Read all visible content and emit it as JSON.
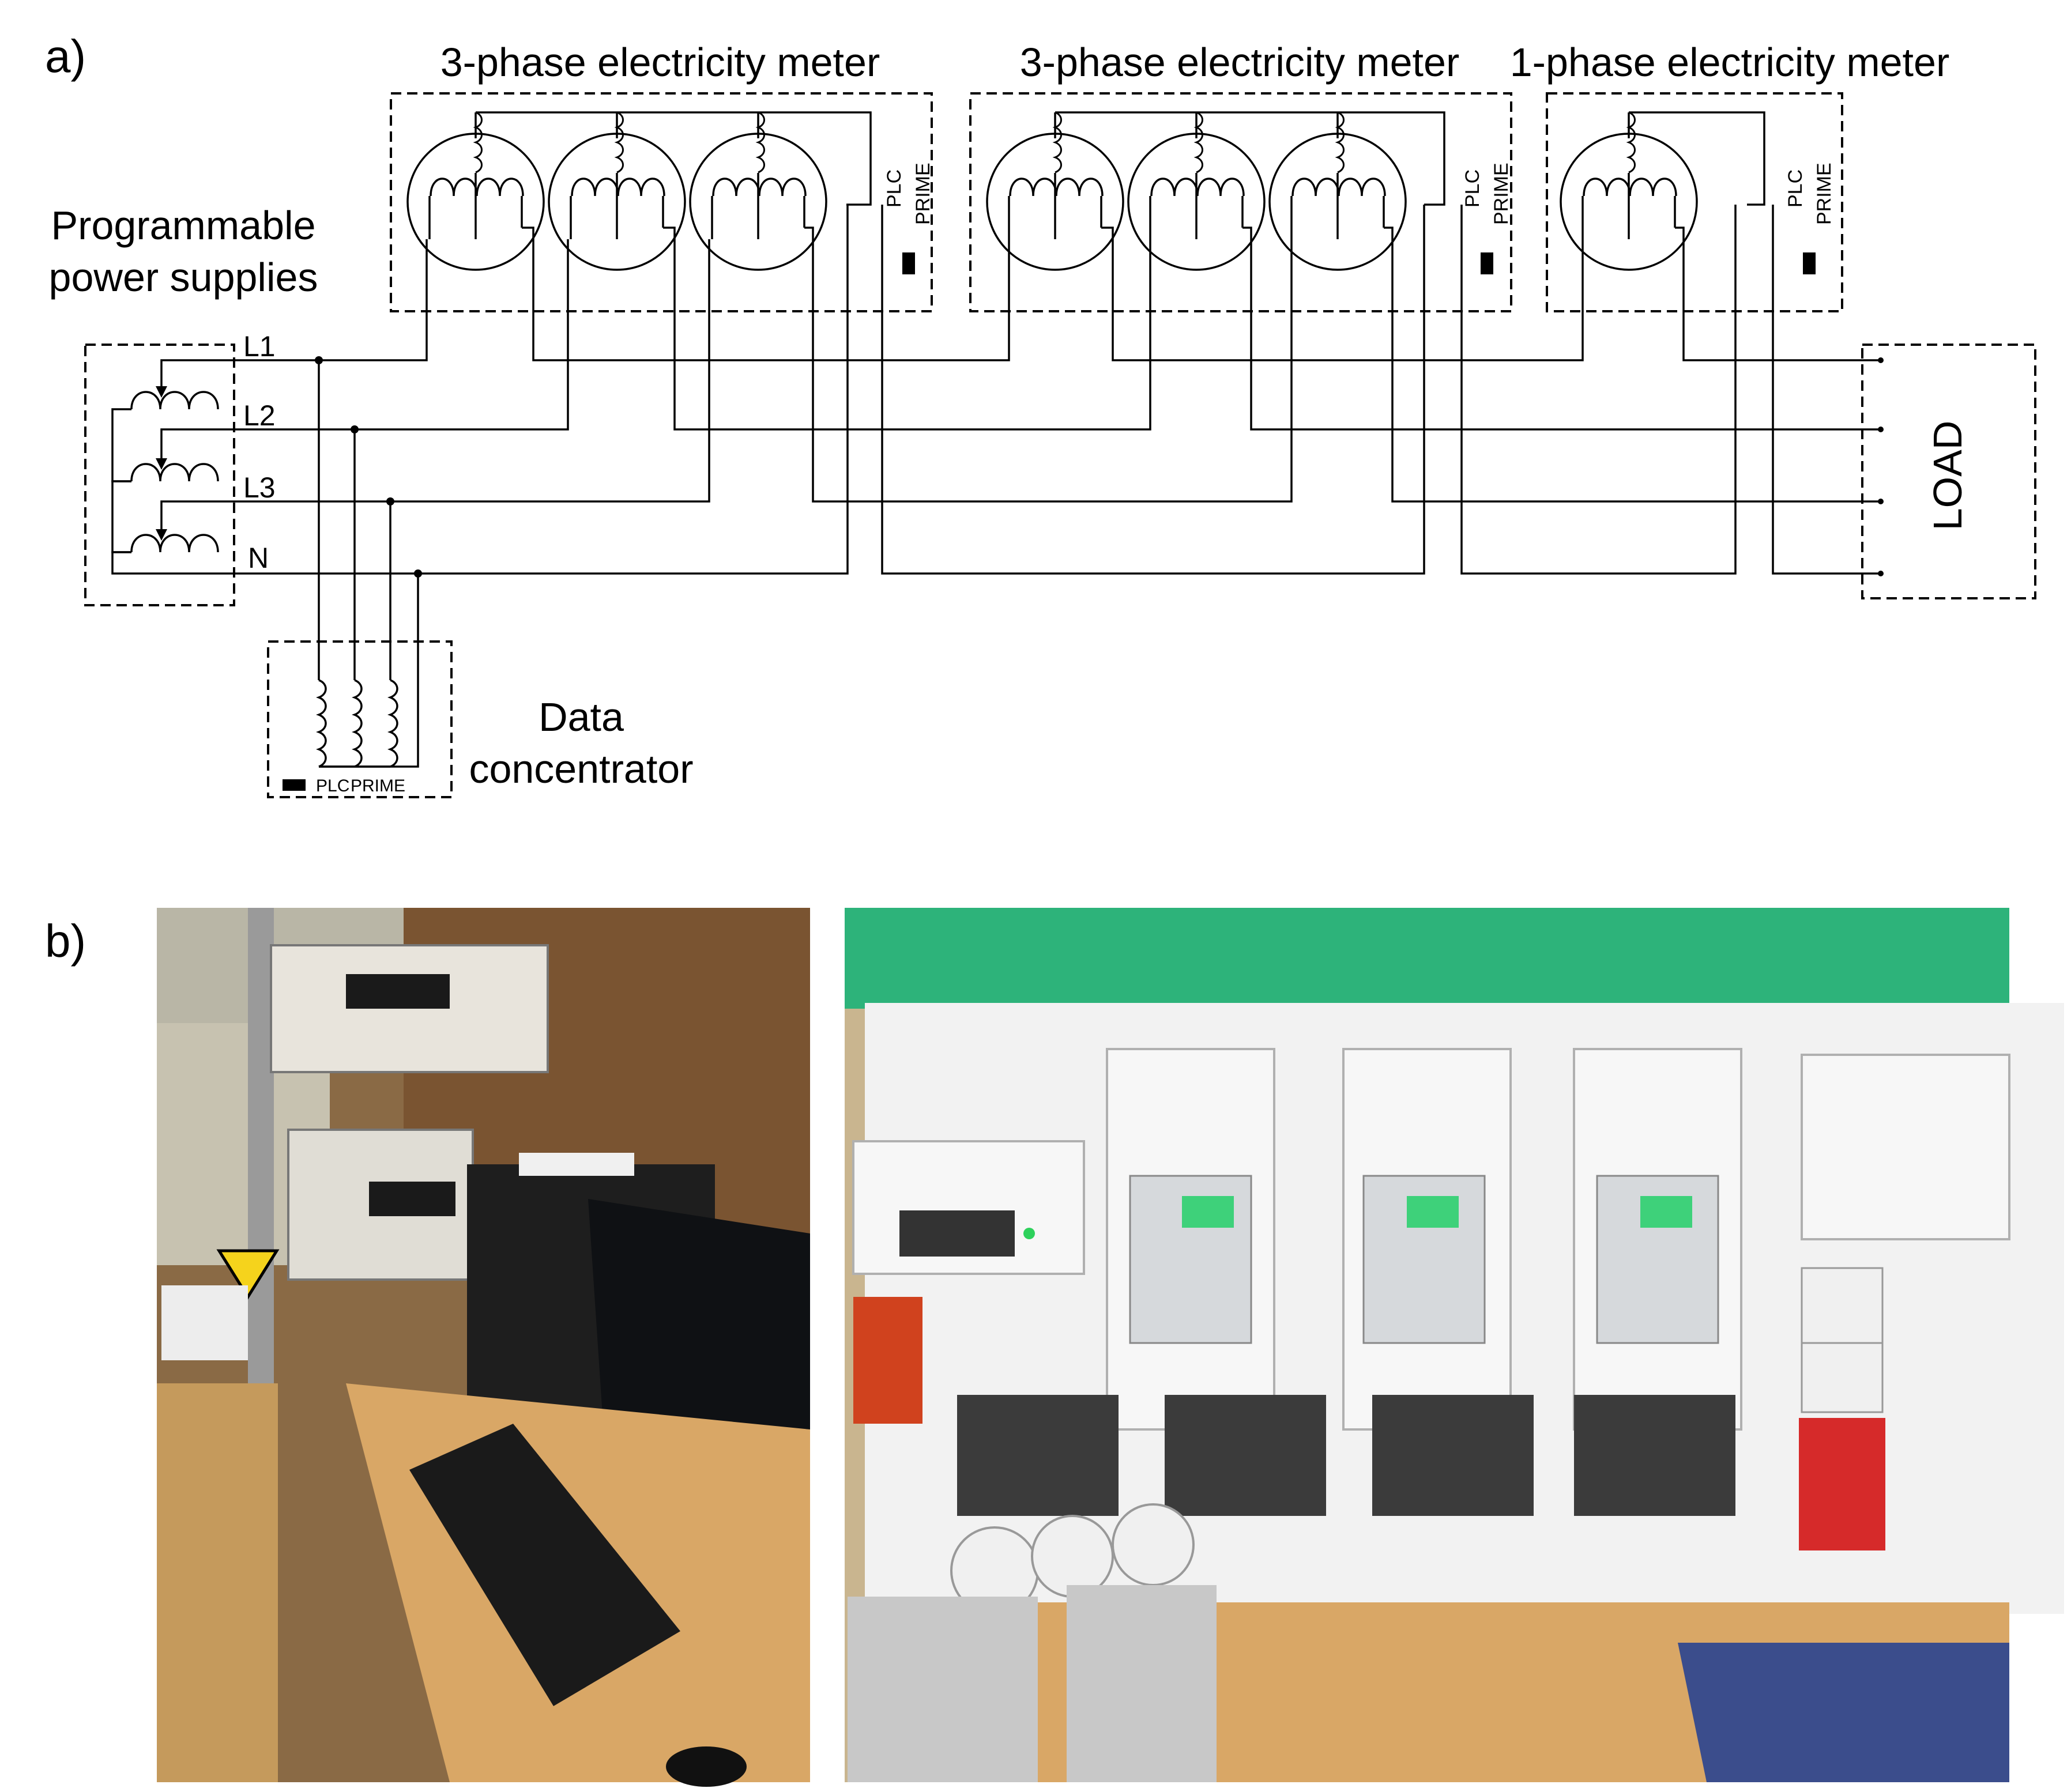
{
  "panel_a": {
    "tag": "a)",
    "meters": [
      {
        "title": "3-phase electricity meter",
        "plc": "PLC",
        "prime": "PRIME"
      },
      {
        "title": "3-phase electricity meter",
        "plc": "PLC",
        "prime": "PRIME"
      },
      {
        "title": "1-phase electricity meter",
        "plc": "PLC",
        "prime": "PRIME"
      }
    ],
    "power_supply": {
      "label_line1": "Programmable",
      "label_line2": "power supplies"
    },
    "lines": {
      "l1": "L1",
      "l2": "L2",
      "l3": "L3",
      "n": "N"
    },
    "load": "LOAD",
    "concentrator": {
      "label_line1": "Data",
      "label_line2": "concentrator",
      "plc": "PLC",
      "prime": "PRIME"
    }
  },
  "panel_b": {
    "tag": "b)"
  },
  "colors": {
    "line": "#000000",
    "wall_green": "#2db37a",
    "desk_wood": "#d9a766",
    "board_white": "#f2f2f2"
  }
}
